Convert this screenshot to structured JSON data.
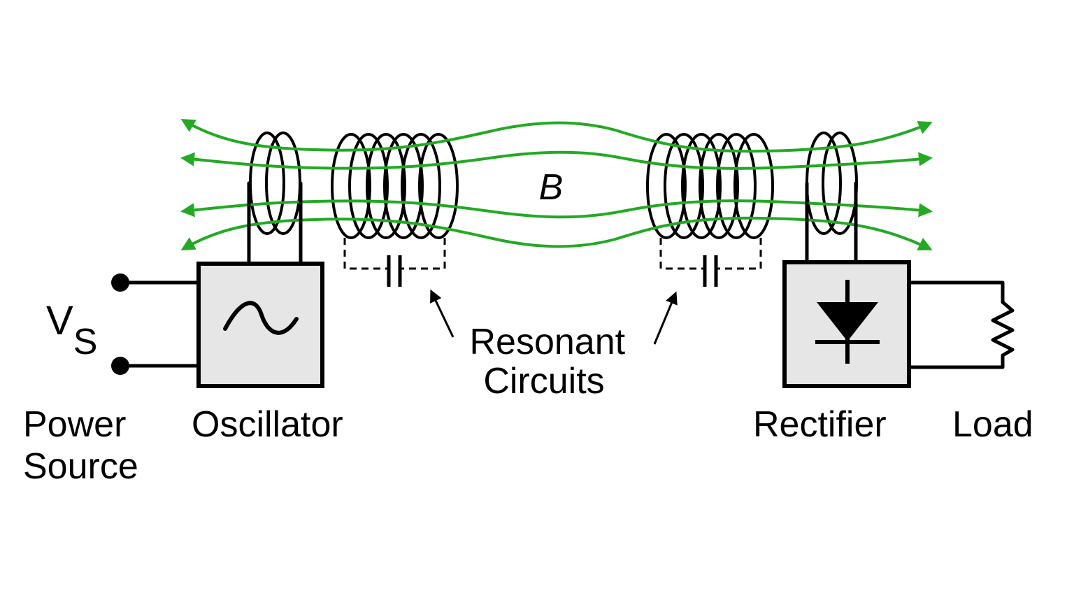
{
  "labels": {
    "vs_main": "V",
    "vs_sub": "S",
    "field": "B",
    "power_source_line1": "Power",
    "power_source_line2": "Source",
    "oscillator": "Oscillator",
    "resonant_line1": "Resonant",
    "resonant_line2": "Circuits",
    "rectifier": "Rectifier",
    "load": "Load"
  },
  "colors": {
    "field_lines": "#22aa22",
    "block_fill": "#e6e6e6",
    "stroke": "#000000",
    "background": "#ffffff"
  },
  "icons": {
    "oscillator": "sine-wave-icon",
    "rectifier": "diode-icon",
    "load": "resistor-icon"
  }
}
